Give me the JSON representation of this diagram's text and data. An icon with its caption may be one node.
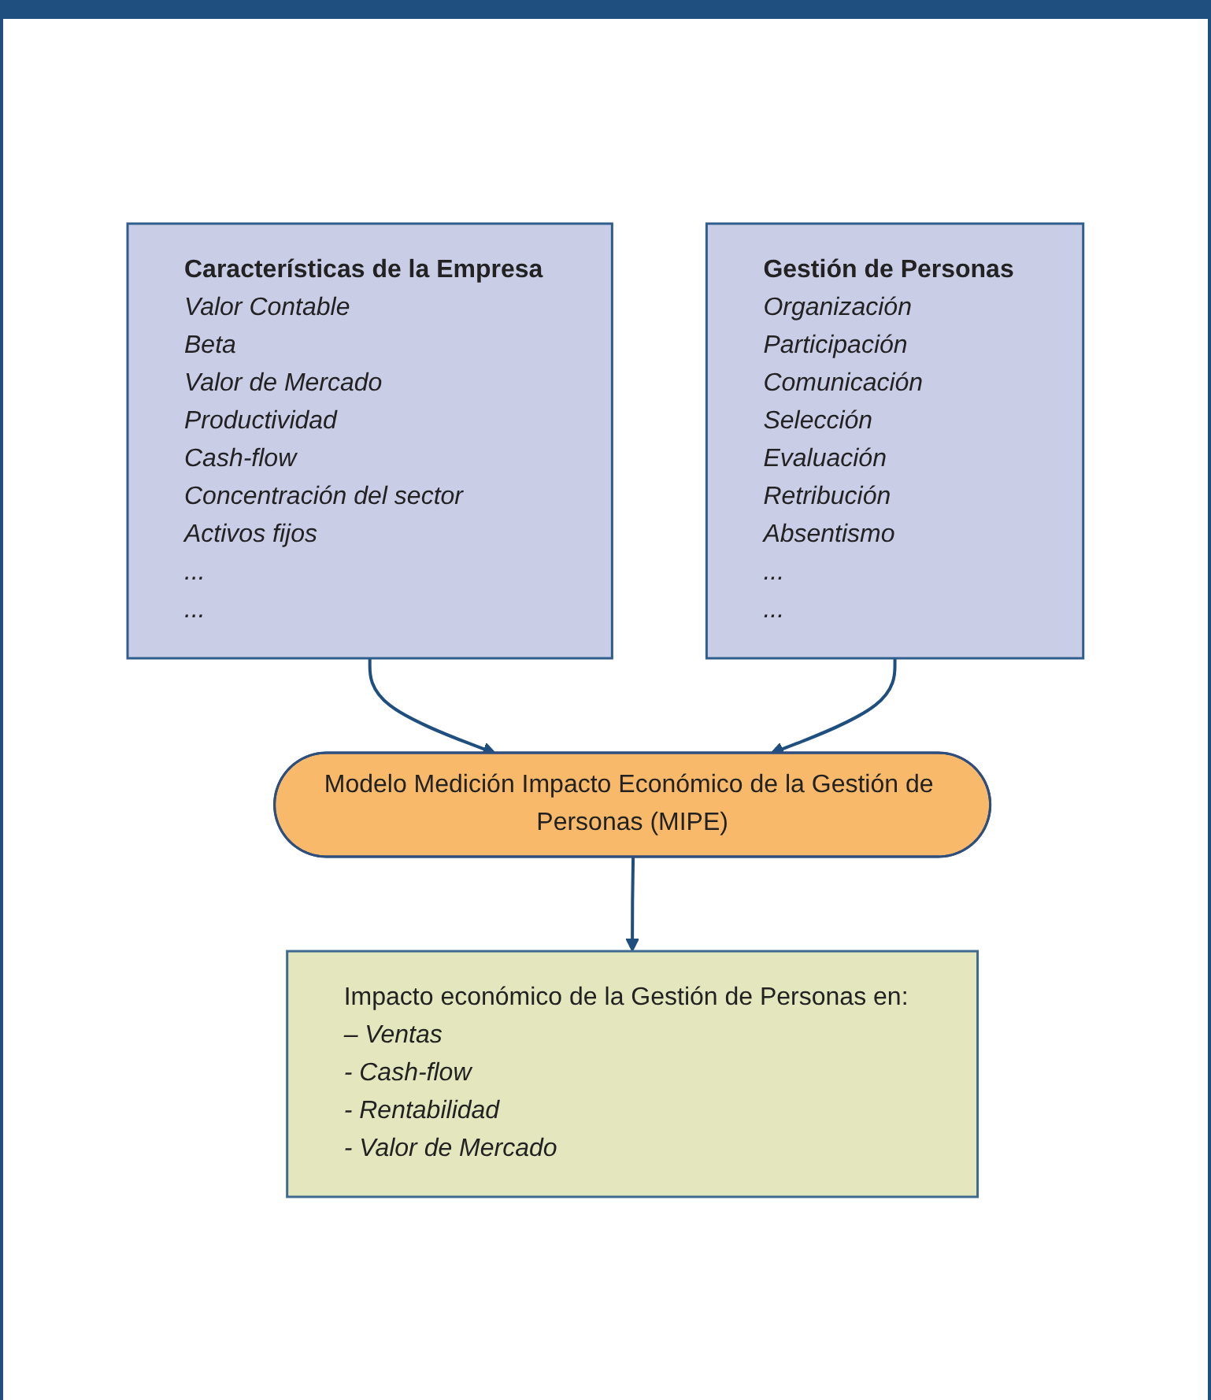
{
  "diagram": {
    "nodes": [
      {
        "text": [
          "Características de la Empresa",
          "Valor Contable",
          "Beta",
          "Valor de Mercado",
          "Productividad",
          "Cash-flow",
          "Concentración del sector",
          "Activos fijos",
          "...",
          "..."
        ]
      },
      {
        "text": [
          "Gestión de Personas",
          "Organización",
          "Participación",
          "Comunicación",
          "Selección",
          "Evaluación",
          "Retribución",
          "Absentismo",
          "...",
          "..."
        ]
      },
      {
        "text": [
          "Modelo Medición Impacto Económico de la Gestión de Personas (MIPE)"
        ]
      },
      {
        "text": [
          "Impacto económico de la Gestión de Personas en:",
          "– Ventas",
          "- Cash-flow",
          "- Rentabilidad",
          "- Valor de Mercado"
        ]
      }
    ],
    "edges": [
      {
        "from": 0,
        "to": 2,
        "arrow": "to"
      },
      {
        "from": 1,
        "to": 2,
        "arrow": "to"
      },
      {
        "from": 2,
        "to": 3,
        "arrow": "to"
      }
    ]
  }
}
